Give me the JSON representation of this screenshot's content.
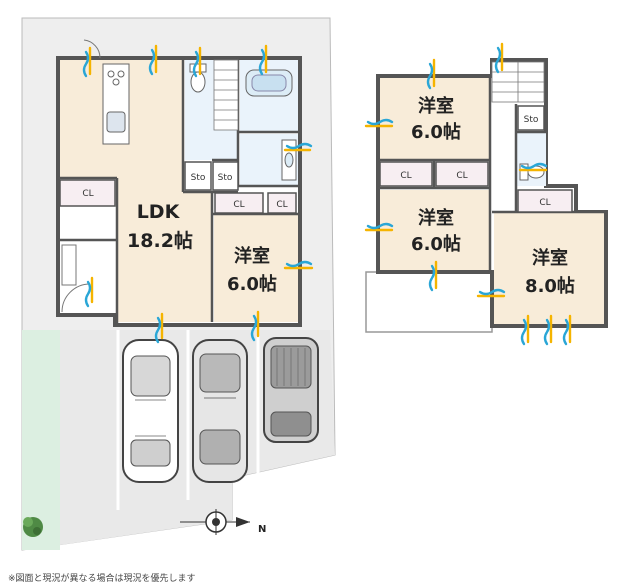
{
  "rooms": {
    "ldk": {
      "name": "LDK",
      "size": "18.2帖"
    },
    "first_floor_western": {
      "name": "洋室",
      "size": "6.0帖"
    },
    "second_floor_top": {
      "name": "洋室",
      "size": "6.0帖"
    },
    "second_floor_middle": {
      "name": "洋室",
      "size": "6.0帖"
    },
    "second_floor_right": {
      "name": "洋室",
      "size": "8.0帖"
    }
  },
  "labels": {
    "closet": "CL",
    "storage": "Sto"
  },
  "compass": {
    "north": "N"
  },
  "note": "※図面と現況が異なる場合は現況を優先します",
  "colors": {
    "ldk_floor": "#f8ecd9",
    "room_floor": "#f8ecd9",
    "wet_area": "#eaf3fb",
    "lot": "#eeeeee",
    "garden": "#dcefe1",
    "wind_yellow": "#f5b400",
    "wind_blue": "#2aa6d6",
    "wall": "#555555"
  }
}
